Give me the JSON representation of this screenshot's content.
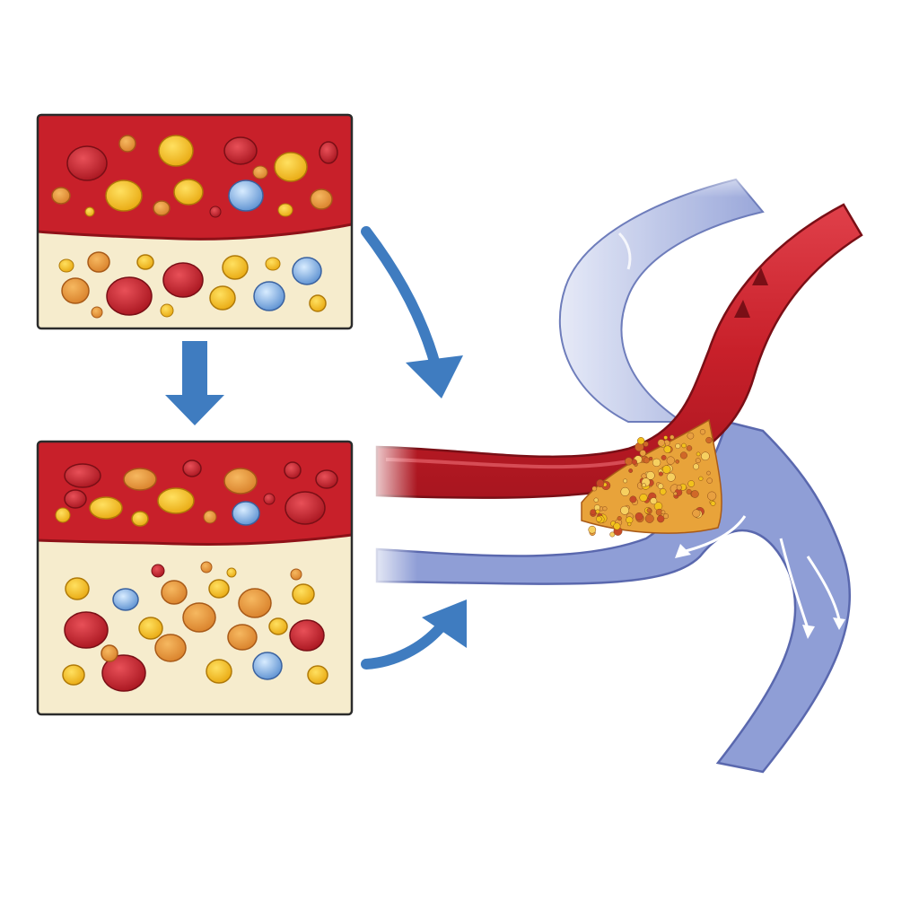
{
  "colors": {
    "background": "#ffffff",
    "blood_red": "#c8202a",
    "blood_red_dark": "#9e1820",
    "plasma_cream": "#f6eccd",
    "arrow_blue": "#3f7cc0",
    "vein_blue": "#8f9ed6",
    "vein_blue_light": "#c9d1ee",
    "plaque_orange": "#e8a33a",
    "cell_red": "#c0202a",
    "cell_orange": "#e8a040",
    "cell_yellow": "#f2c21c",
    "cell_blue": "#8ab8e8"
  },
  "panels": [
    {
      "name": "panel-top",
      "subject": "blood-cells-normal"
    },
    {
      "name": "panel-bottom",
      "subject": "blood-cells-dense"
    }
  ],
  "arrows": [
    {
      "name": "arrow-down",
      "from": "panel-top",
      "to": "panel-bottom"
    },
    {
      "name": "arrow-curve-top",
      "from": "panel-top",
      "to": "vessel-junction"
    },
    {
      "name": "arrow-curve-bottom",
      "from": "panel-bottom",
      "to": "vessel-junction"
    }
  ],
  "vessel": {
    "artery_color": "red",
    "vein_color": "blue",
    "blockage": "plaque-deposit",
    "flow_arrow_icons": [
      "flow-arrow-icon"
    ]
  }
}
